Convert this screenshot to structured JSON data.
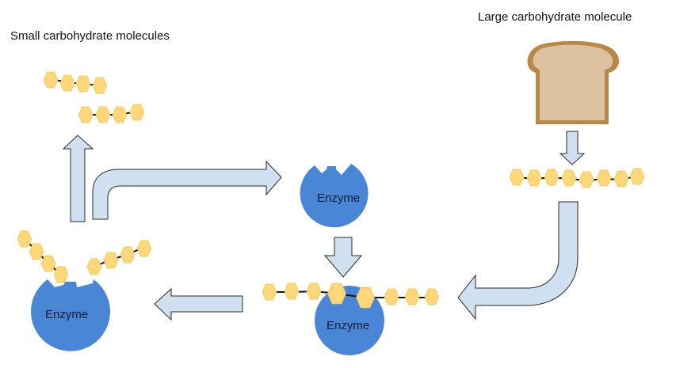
{
  "labels": {
    "small_molecules": "Small carbohydrate molecules",
    "large_molecule": "Large carbohydrate molecule"
  },
  "enzymes": [
    {
      "label": "Enzyme",
      "state": "free"
    },
    {
      "label": "Enzyme",
      "state": "bound-to-chain"
    },
    {
      "label": "Enzyme",
      "state": "releasing-products"
    }
  ],
  "molecules": {
    "large_chain_units": 8,
    "bound_chain_units": 8,
    "product_chain_units": 4
  },
  "colors": {
    "enzyme": "#4a86d6",
    "sugar_fill": "#fcd87a",
    "sugar_stroke": "#f5c85a",
    "arrow_fill": "#cfe0f1",
    "arrow_stroke": "#2a2a2a",
    "bread_crust": "#b98746",
    "bread_inside": "#dcc2a0"
  },
  "icons": [
    "bread-icon",
    "enzyme-icon",
    "sugar-unit-icon",
    "arrow-icon"
  ]
}
